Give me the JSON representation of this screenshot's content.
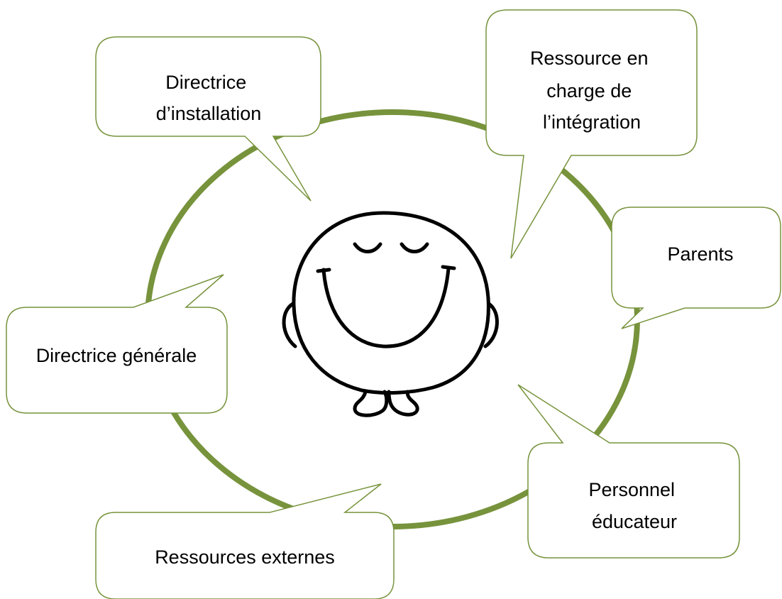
{
  "diagram": {
    "center_figure": "smiling-character",
    "ring_color": "#77933c",
    "bubble_border_color": "#77933c",
    "bubbles": [
      {
        "id": "directrice-installation",
        "lines": [
          "Directrice",
          "d’installation"
        ]
      },
      {
        "id": "ressource-integration",
        "lines": [
          "Ressource en",
          "charge de",
          "l’intégration"
        ]
      },
      {
        "id": "parents",
        "lines": [
          "Parents"
        ]
      },
      {
        "id": "directrice-generale",
        "lines": [
          "Directrice générale"
        ]
      },
      {
        "id": "personnel-educateur",
        "lines": [
          "Personnel",
          "éducateur"
        ]
      },
      {
        "id": "ressources-externes",
        "lines": [
          "Ressources externes"
        ]
      }
    ]
  }
}
